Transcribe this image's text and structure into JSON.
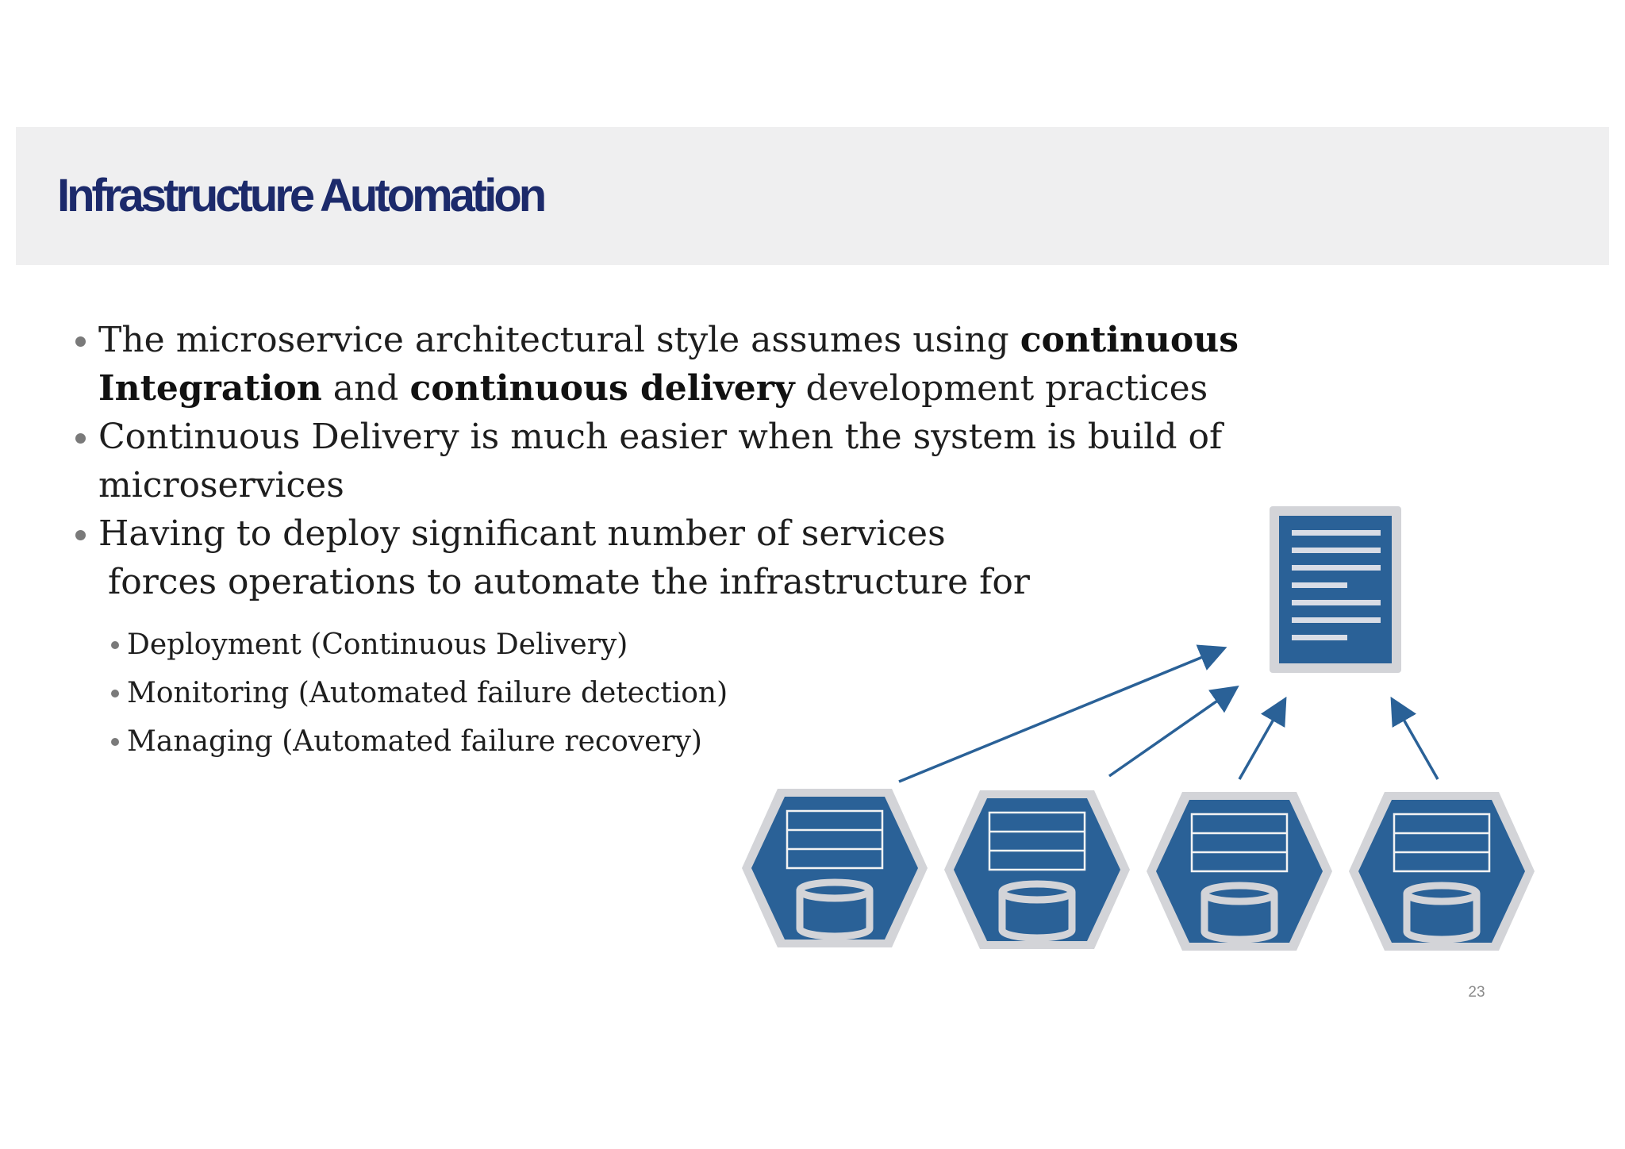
{
  "slide": {
    "title": "Infrastructure Automation",
    "page_number": "23"
  },
  "bullets": [
    {
      "parts": [
        {
          "text": "The microservice architectural style assumes using ",
          "bold": false
        },
        {
          "text": "continuous Integration",
          "bold": true
        },
        {
          "text": " and ",
          "bold": false
        },
        {
          "text": "continuous delivery",
          "bold": true
        },
        {
          "text": " development practices",
          "bold": false
        }
      ]
    },
    {
      "text": "Continuous Delivery is much easier when the system is build of microservices"
    },
    {
      "line1": "Having to deploy significant number of services",
      "line2": "forces operations to automate the infrastructure for",
      "sub_items": [
        "Deployment (Continuous Delivery)",
        "Monitoring (Automated failure detection)",
        "Managing (Automated failure recovery)"
      ]
    }
  ],
  "diagram": {
    "icons": [
      "document-icon",
      "microservice-icon",
      "database-icon"
    ],
    "colors": {
      "primary": "#2a6197",
      "frame": "#d3d4d8",
      "lines": "#f3f3f3"
    }
  }
}
